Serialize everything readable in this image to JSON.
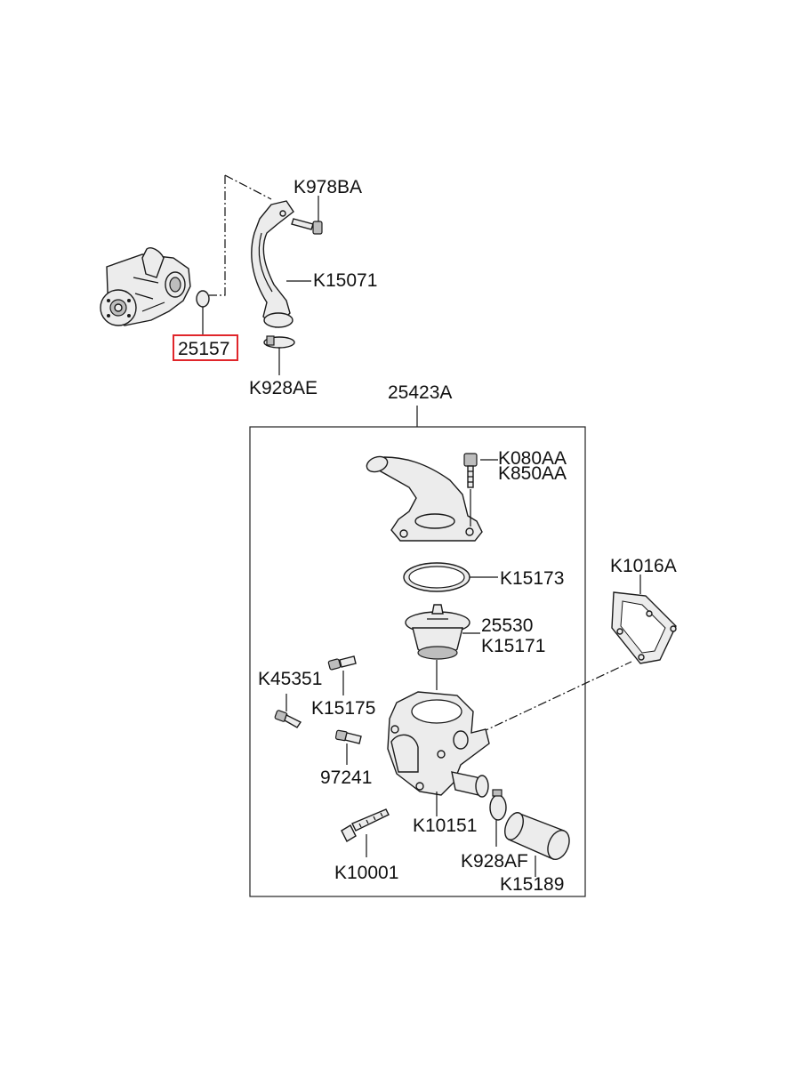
{
  "labels": {
    "k978ba": "K978BA",
    "k15071": "K15071",
    "p25157": "25157",
    "k928ae": "K928AE",
    "p25423a": "25423A",
    "k080aa": "K080AA",
    "k850aa": "K850AA",
    "k1016a": "K1016A",
    "k15173": "K15173",
    "p25530": "25530",
    "k15171": "K15171",
    "k45351": "K45351",
    "k15175": "K15175",
    "p97241": "97241",
    "k10151": "K10151",
    "k10001": "K10001",
    "k928af": "K928AF",
    "k15189": "K15189"
  },
  "highlight_color": "#e0262b"
}
